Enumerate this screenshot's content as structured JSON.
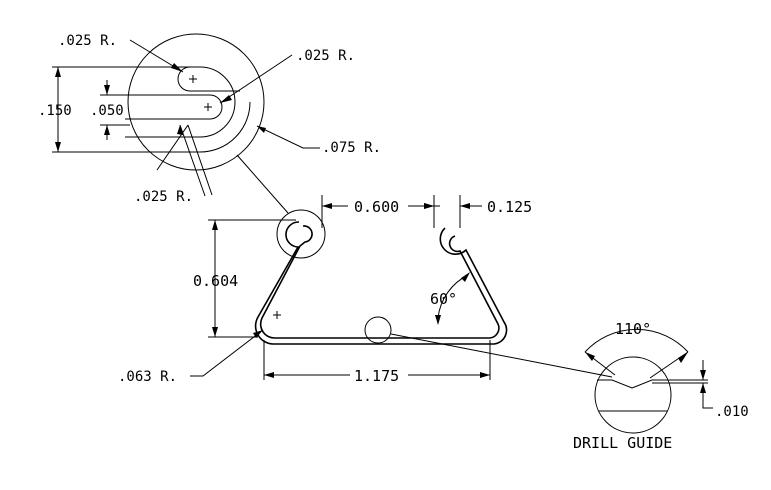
{
  "labels": {
    "r_top_small": ".025 R.",
    "r_inner": ".025 R.",
    "dim_150": ".150",
    "dim_050": ".050",
    "r_075": ".075 R.",
    "r_bottom_small": ".025 R.",
    "dim_0600": "0.600",
    "dim_0125": "0.125",
    "dim_0604": "0.604",
    "angle_60": "60°",
    "r_063": ".063 R.",
    "dim_1175": "1.175",
    "angle_110": "110°",
    "dim_010": ".010",
    "drill_guide": "DRILL GUIDE"
  }
}
